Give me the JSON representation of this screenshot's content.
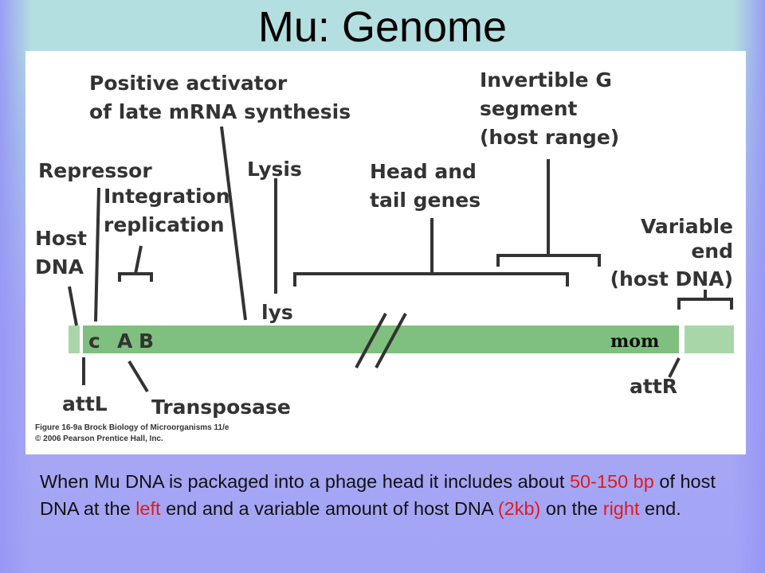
{
  "slide": {
    "title": "Mu: Genome"
  },
  "diagram": {
    "labels": {
      "positive_activator_line1": "Positive activator",
      "positive_activator_line2": "of late mRNA synthesis",
      "invertible_line1": "Invertible G",
      "invertible_line2": "segment",
      "invertible_line3": "(host range)",
      "repressor": "Repressor",
      "integration_line1": "Integration",
      "integration_line2": "replication",
      "lysis": "Lysis",
      "head_tail_line1": "Head and",
      "head_tail_line2": "tail genes",
      "host_dna_line1": "Host",
      "host_dna_line2": "DNA",
      "variable_end_line1": "Variable",
      "variable_end_line2": "end",
      "variable_end_line3": "(host DNA)",
      "lys": "lys",
      "gene_c": "c",
      "gene_a": "A",
      "gene_b": "B",
      "mom": "mom",
      "attl": "attL",
      "attr": "attR",
      "transposase": "Transposase"
    },
    "credit_line1": "Figure 16-9a  Brock Biology of Microorganisms 11/e",
    "credit_line2": "© 2006 Pearson Prentice Hall, Inc.",
    "colors": {
      "genome_bar": "#7fbf7f",
      "host_dna_segment": "#a9d6a9",
      "line": "#333333"
    }
  },
  "caption": {
    "part1": "When Mu DNA is packaged into a phage head it includes about ",
    "highlight1": "50-150 bp",
    "part2": " of host DNA at the ",
    "highlight2": "left",
    "part3": " end and a variable amount of host DNA ",
    "highlight3": "(2kb)",
    "part4": " on the ",
    "highlight4": "right",
    "part5": " end."
  }
}
